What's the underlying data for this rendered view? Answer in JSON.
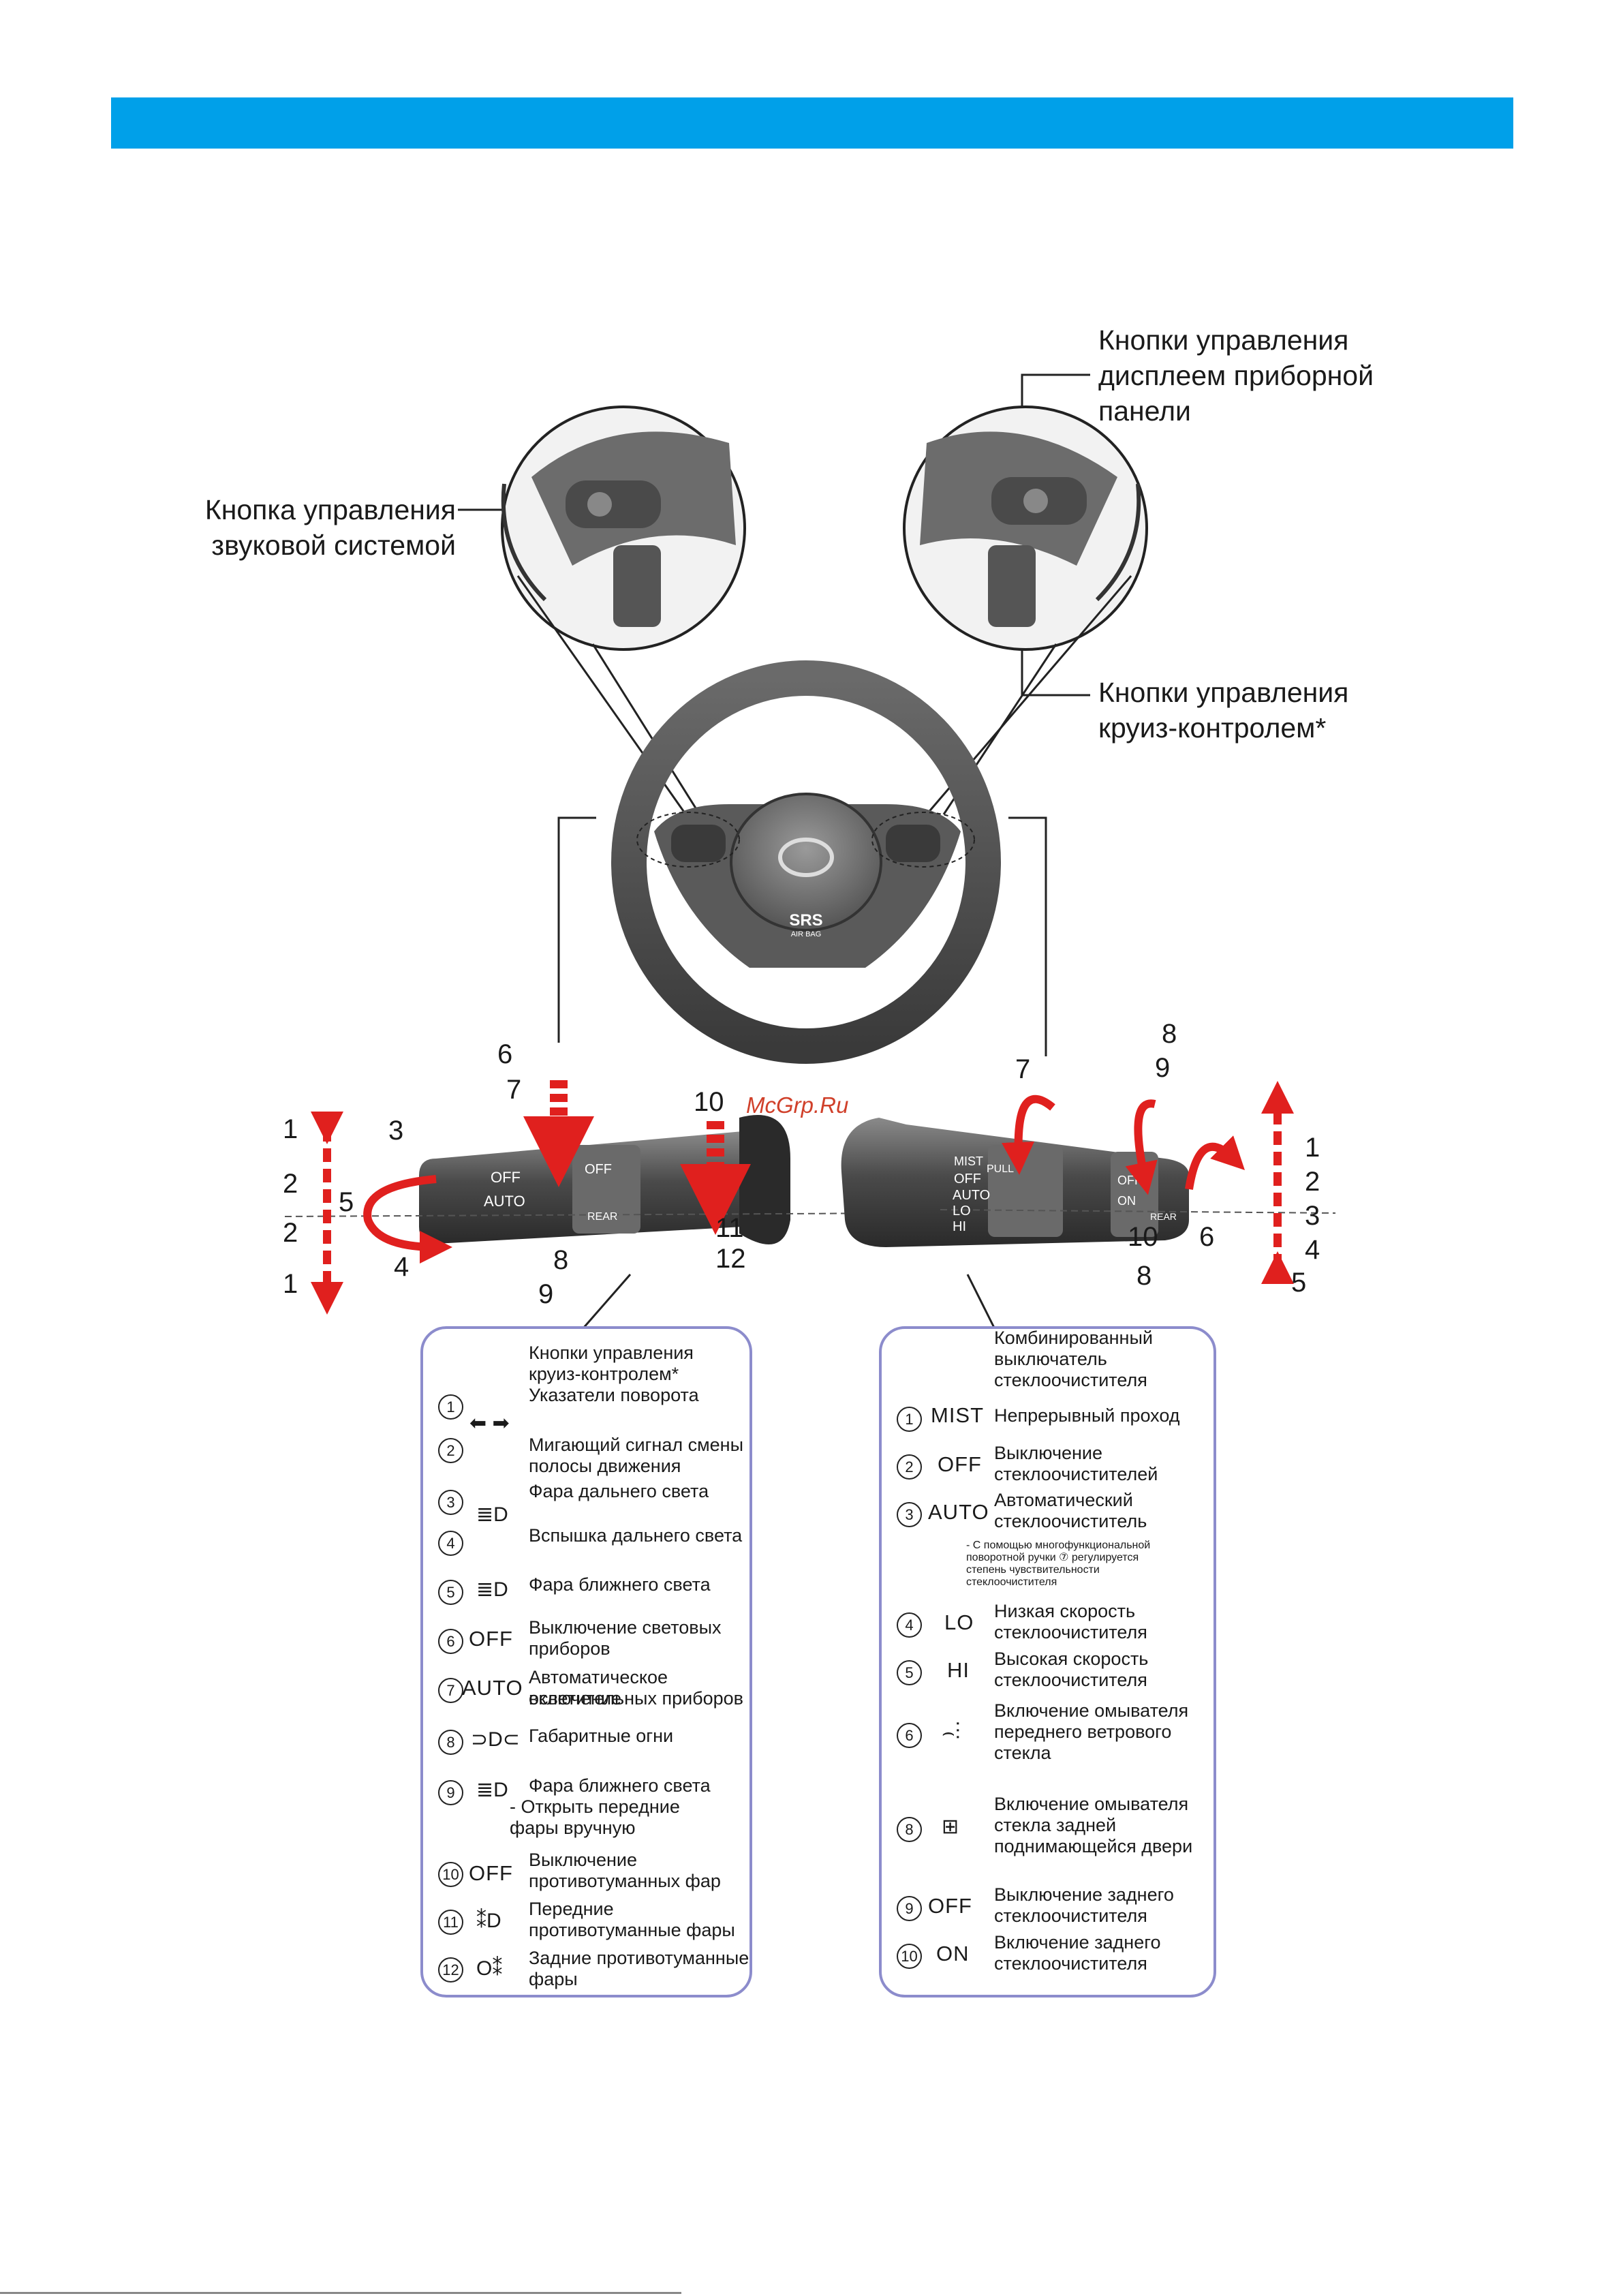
{
  "callouts": {
    "audio": [
      "Кнопка управления",
      "звуковой системой"
    ],
    "display": [
      "Кнопки управления",
      "дисплеем приборной",
      "панели"
    ],
    "cruise": [
      "Кнопки управления",
      "круиз-контролем*"
    ]
  },
  "wheel": {
    "airbag_label": "SRS",
    "airbag_sub": "AIR BAG"
  },
  "left_stalk": {
    "labels": [
      "OFF",
      "AUTO",
      "OFF",
      "REAR"
    ],
    "numbers": [
      "1",
      "2",
      "2",
      "1",
      "3",
      "4",
      "5",
      "6",
      "7",
      "8",
      "9",
      "10",
      "11",
      "12"
    ]
  },
  "right_stalk": {
    "labels": [
      "MIST",
      "OFF",
      "AUTO",
      "LO",
      "HI",
      "PULL",
      "OFF",
      "ON",
      "REAR"
    ],
    "numbers": [
      "7",
      "8",
      "9",
      "1",
      "2",
      "3",
      "4",
      "5",
      "6",
      "10",
      "8"
    ]
  },
  "watermark": "McGrp.Ru",
  "left_panel": {
    "header": [
      "Кнопки управления",
      "круиз-контролем*",
      "Указатели поворота"
    ],
    "rows": [
      {
        "n": "1",
        "code": "",
        "icon": "arrows-lr",
        "desc": []
      },
      {
        "n": "2",
        "code": "",
        "icon": "",
        "desc": [
          "Мигающий сигнал смены",
          "полосы движения"
        ]
      },
      {
        "n": "3",
        "code": "",
        "icon": "high-beam",
        "desc": [
          "Фара дальнего света"
        ]
      },
      {
        "n": "4",
        "code": "",
        "icon": "",
        "desc": [
          "Вспышка дальнего света"
        ]
      },
      {
        "n": "5",
        "code": "",
        "icon": "high-beam",
        "desc": [
          "Фара ближнего света"
        ]
      },
      {
        "n": "6",
        "code": "OFF",
        "icon": "",
        "desc": [
          "Выключение световых",
          "приборов"
        ]
      },
      {
        "n": "7",
        "code": "AUTO",
        "icon": "",
        "desc": [
          "Автоматическое включение",
          "осветительных приборов"
        ]
      },
      {
        "n": "8",
        "code": "",
        "icon": "parking-lamp",
        "desc": [
          "Габаритные огни"
        ]
      },
      {
        "n": "9",
        "code": "",
        "icon": "high-beam",
        "desc": [
          "Фара ближнего света",
          "- Открыть передние",
          "фары вручную"
        ]
      },
      {
        "n": "10",
        "code": "OFF",
        "icon": "",
        "desc": [
          "Выключение",
          "противотуманных фар"
        ]
      },
      {
        "n": "11",
        "code": "",
        "icon": "front-fog",
        "desc": [
          "Передние",
          "противотуманные фары"
        ]
      },
      {
        "n": "12",
        "code": "",
        "icon": "rear-fog",
        "desc": [
          "Задние противотуманные",
          "фары"
        ]
      }
    ]
  },
  "right_panel": {
    "header": [
      "Комбинированный",
      "выключатель",
      "стеклоочистителя"
    ],
    "rows": [
      {
        "n": "1",
        "code": "MIST",
        "icon": "",
        "desc": [
          "Непрерывный проход"
        ]
      },
      {
        "n": "2",
        "code": "OFF",
        "icon": "",
        "desc": [
          "Выключение",
          "стеклоочистителей"
        ]
      },
      {
        "n": "3",
        "code": "AUTO",
        "icon": "",
        "desc": [
          "Автоматический",
          "стеклоочиститель"
        ]
      },
      {
        "n": "4",
        "code": "LO",
        "icon": "",
        "desc": [
          "Низкая скорость",
          "стеклоочистителя"
        ]
      },
      {
        "n": "5",
        "code": "HI",
        "icon": "",
        "desc": [
          "Высокая скорость",
          "стеклоочистителя"
        ]
      },
      {
        "n": "6",
        "code": "",
        "icon": "front-washer",
        "desc": [
          "Включение омывателя",
          "переднего ветрового",
          "стекла"
        ]
      },
      {
        "n": "8",
        "code": "",
        "icon": "rear-washer",
        "desc": [
          "Включение омывателя",
          "стекла задней",
          "поднимающейся двери"
        ]
      },
      {
        "n": "9",
        "code": "OFF",
        "icon": "",
        "desc": [
          "Выключение заднего",
          "стеклоочистителя"
        ]
      },
      {
        "n": "10",
        "code": "ON",
        "icon": "",
        "desc": [
          "Включение заднего",
          "стеклоочистителя"
        ]
      }
    ],
    "note": [
      "- С помощью многофункциональной",
      "поворотной ручки ⑦ регулируется",
      "степень чувствительности",
      "стеклоочистителя"
    ]
  }
}
